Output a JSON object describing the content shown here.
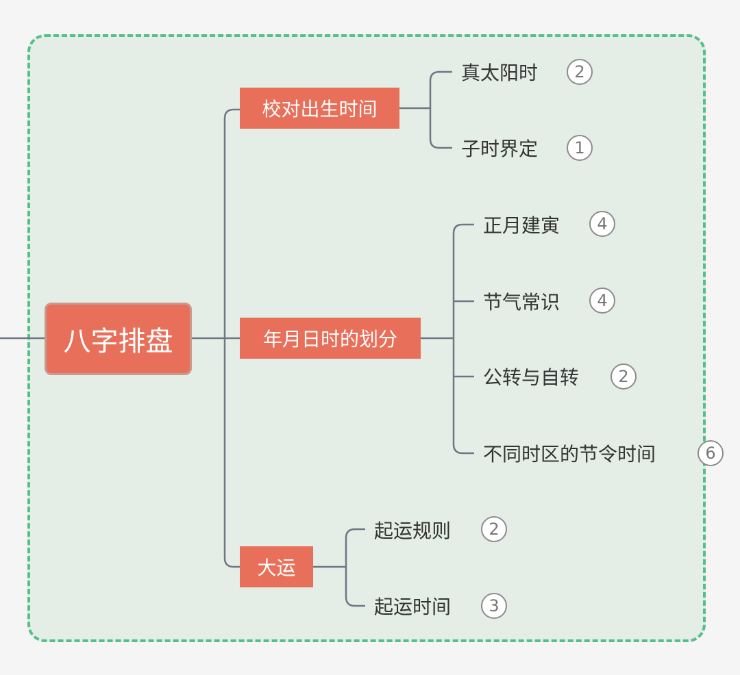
{
  "colors": {
    "topic_fill": "#e8705a",
    "boundary_border": "#55bf87",
    "boundary_fill": "#e4ede6",
    "connector": "#6f7785"
  },
  "mindmap": {
    "root": {
      "label": "八字排盘"
    },
    "branches": [
      {
        "label": "校对出生时间",
        "children": [
          {
            "label": "真太阳时",
            "badge": "2"
          },
          {
            "label": "子时界定",
            "badge": "1"
          }
        ]
      },
      {
        "label": "年月日时的划分",
        "children": [
          {
            "label": "正月建寅",
            "badge": "4"
          },
          {
            "label": "节气常识",
            "badge": "4"
          },
          {
            "label": "公转与自转",
            "badge": "2"
          },
          {
            "label": "不同时区的节令时间",
            "badge": "6"
          }
        ]
      },
      {
        "label": "大运",
        "children": [
          {
            "label": "起运规则",
            "badge": "2"
          },
          {
            "label": "起运时间",
            "badge": "3"
          }
        ]
      }
    ]
  }
}
